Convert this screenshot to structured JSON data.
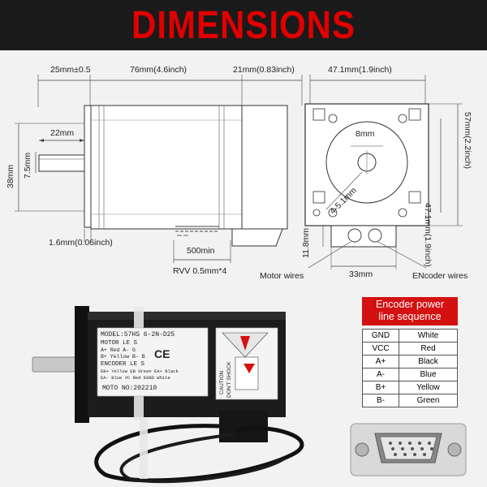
{
  "banner": {
    "title": "DIMENSIONS"
  },
  "side_view": {
    "dim_front_len": "25mm±0.5",
    "dim_body_len": "76mm(4.6inch)",
    "dim_rear_len": "21mm(0.83inch)",
    "dim_shaft_len": "22mm",
    "dim_shaft_flat": "7.5mm",
    "dim_pilot": "38mm",
    "dim_flange": "1.6mm(0.06inch)",
    "dim_cable": "500min",
    "cable_spec": "RVV 0.5mm*4"
  },
  "front_view": {
    "dim_bolt_spacing": "47.1mm(1.9inch)",
    "dim_bolt_spacing_v": "47.1mm(1.9inch)",
    "dim_square": "57mm(2.2inch)",
    "dim_shaft": "8mm",
    "dim_holes": "4-5.1mm",
    "dim_connector_h": "11.8mm",
    "dim_connector_w": "33mm",
    "motor_wires": "Motor wires",
    "encoder_wires": "ENcoder wires"
  },
  "encoder_table": {
    "title_line1": "Encoder power",
    "title_line2": "line sequence",
    "rows": [
      {
        "pin": "GND",
        "color": "White"
      },
      {
        "pin": "VCC",
        "color": "Red"
      },
      {
        "pin": "A+",
        "color": "Black"
      },
      {
        "pin": "A-",
        "color": "Blue"
      },
      {
        "pin": "B+",
        "color": "Yellow"
      },
      {
        "pin": "B-",
        "color": "Green"
      }
    ]
  },
  "motor_label": {
    "model": "MODEL:57HS  6-2N-D25",
    "motor_leads": "MOTOR  LE  S",
    "leads_line1": "A+ Red  A- G",
    "leads_line2": "B+ Yellow B- B",
    "encoder_leads": "ENCODER LE  S",
    "enc_line1": "EB+ Yellow  EB  Green  EA+ Black",
    "enc_line2": "EA- Blue    VC  Red    EGND White",
    "serial": "MOTO  NO:202210",
    "ce": "CE",
    "caution": "CAUTION",
    "dont_shock": "DON'T SHOCK"
  },
  "colors": {
    "banner_bg": "#1a1a1a",
    "banner_text": "#e00000",
    "table_header": "#d41111"
  }
}
